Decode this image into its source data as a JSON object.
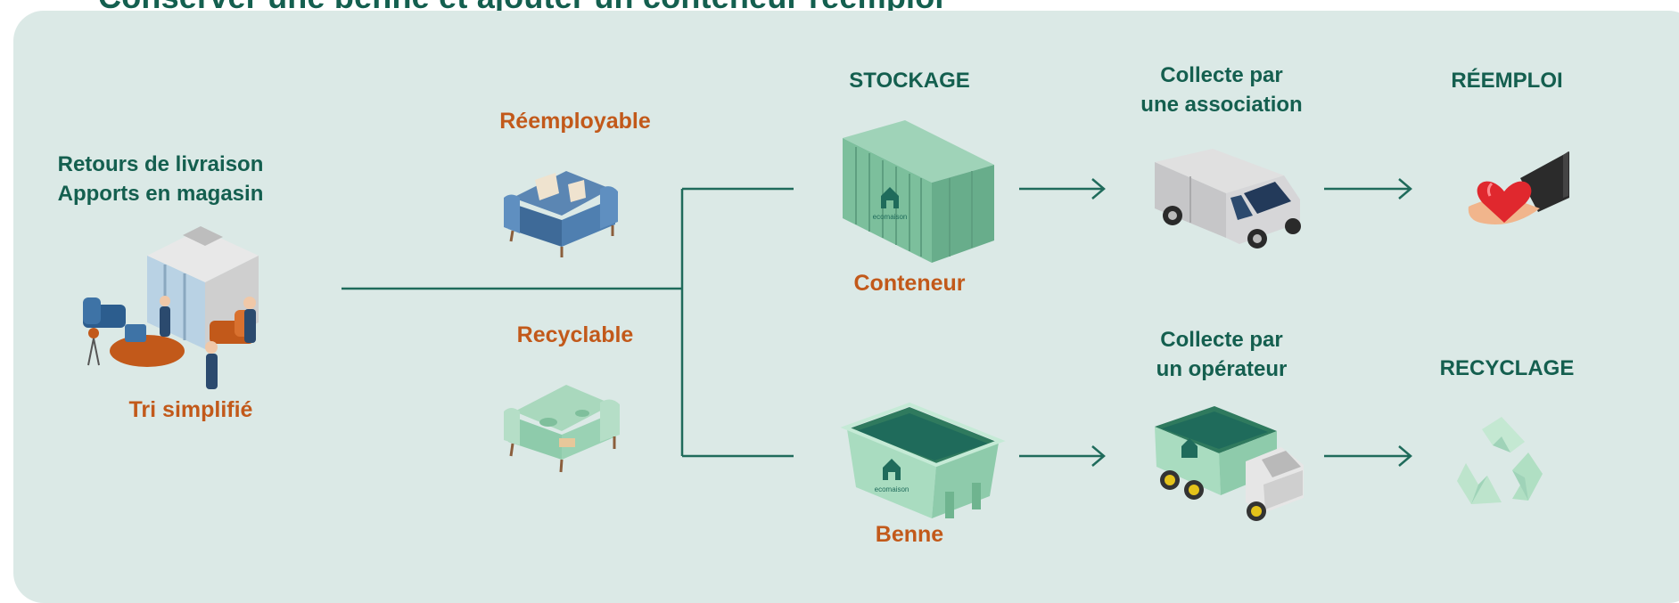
{
  "title": "Conserver une benne et ajouter un conteneur réemploi",
  "source": {
    "line1": "Retours de livraison",
    "line2": "Apports en magasin",
    "caption": "Tri simplifié"
  },
  "categories": {
    "reusable": "Réemployable",
    "recyclable": "Recyclable"
  },
  "storage": {
    "header": "STOCKAGE",
    "container": "Conteneur",
    "skip": "Benne",
    "logo_text": "ecomaison"
  },
  "collection": {
    "association": {
      "line1": "Collecte par",
      "line2": "une association"
    },
    "operator": {
      "line1": "Collecte par",
      "line2": "un opérateur"
    }
  },
  "outcomes": {
    "reuse": "RÉEMPLOI",
    "recycling": "RECYCLAGE"
  },
  "colors": {
    "teal": "#145f4f",
    "orange": "#c2591a",
    "panel": "#dbe9e6",
    "line": "#1f6b5b",
    "green": "#8ecbab"
  }
}
